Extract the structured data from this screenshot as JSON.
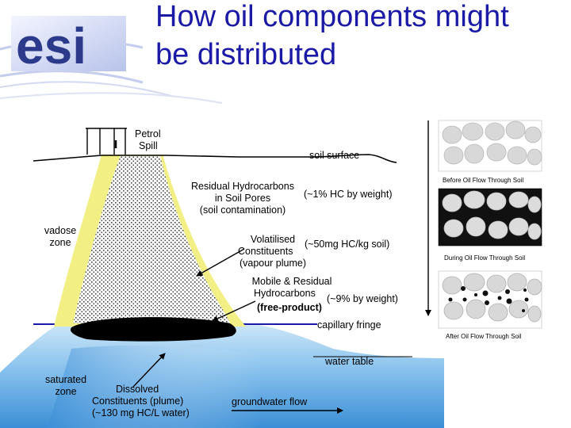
{
  "logo": {
    "text": "esi"
  },
  "title": {
    "line1": "How oil components might",
    "line2": "be distributed"
  },
  "labels": {
    "petrol_spill": [
      "Petrol",
      "Spill"
    ],
    "soil_surface": "soil surface",
    "residual": [
      "Residual Hydrocarbons",
      "in Soil Pores",
      "(soil contamination)"
    ],
    "residual_pct": "(~1% HC by weight)",
    "vadose_zone": [
      "vadose",
      "zone"
    ],
    "volatilised": [
      "Volatilised",
      "Constituents",
      "(vapour plume)"
    ],
    "volatilised_conc": "(~50mg HC/kg soil)",
    "mobile": [
      "Mobile & Residual",
      "Hydrocarbons"
    ],
    "mobile_pct": "(~9% by weight)",
    "free_product": "(free-product)",
    "capillary_fringe": "capillary fringe",
    "water_table": "water table",
    "saturated_zone": [
      "saturated",
      "zone"
    ],
    "dissolved": [
      "Dissolved",
      "Constituents (plume)",
      "(~130 mg HC/L water)"
    ],
    "groundwater_flow": "groundwater flow"
  },
  "inset": {
    "before": "Before Oil Flow Through Soil",
    "during": "During Oil Flow Through Soil",
    "after": "After Oil Flow Through Soil"
  },
  "colors": {
    "title": "#1a1aa6",
    "logo_blue": "#2c3a8c",
    "vadose_yellow": "#f2ef85",
    "residual_stipple": "#4a4a4a",
    "free_product": "#000000",
    "groundwater_light": "#d9eefa",
    "groundwater_dark": "#3c8fd6"
  }
}
